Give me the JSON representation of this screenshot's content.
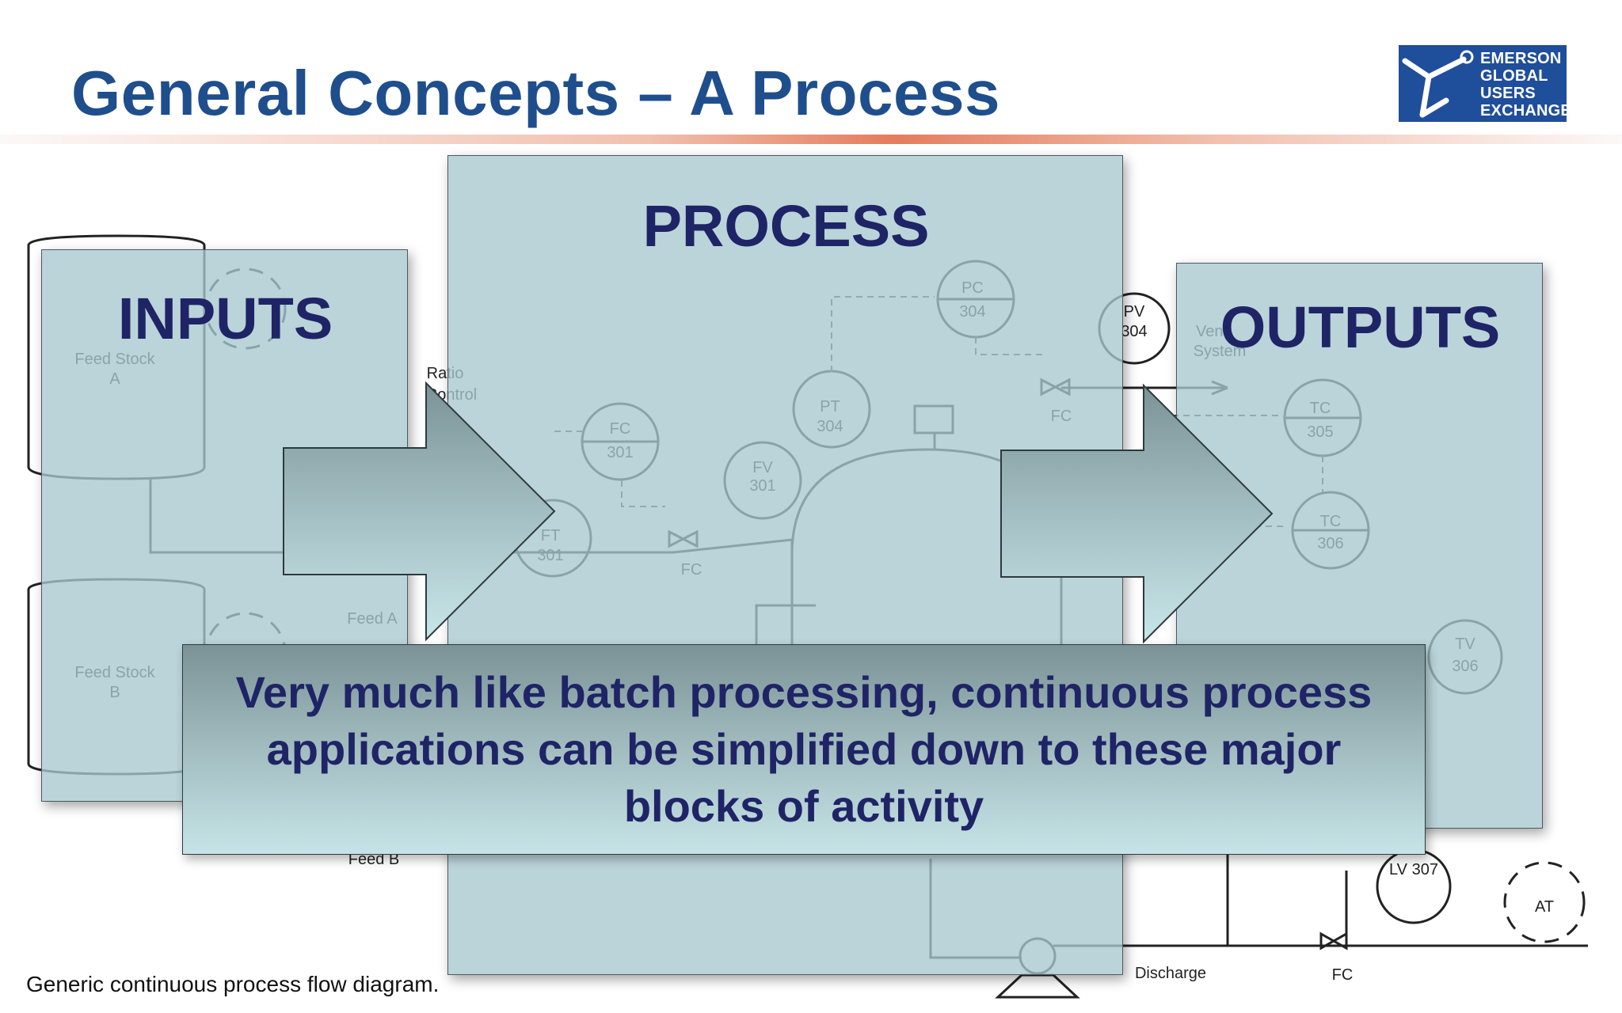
{
  "slide": {
    "title": "General Concepts – A Process",
    "footer_caption": "Generic continuous process flow diagram."
  },
  "logo": {
    "lines": [
      "EMERSON",
      "GLOBAL",
      "USERS",
      "EXCHANGE"
    ]
  },
  "blocks": {
    "inputs": "INPUTS",
    "process": "PROCESS",
    "outputs": "OUTPUTS"
  },
  "caption": "Very much like batch processing, continuous process applications can be simplified down to these major blocks of activity",
  "background_diagram": {
    "tanks": [
      "Feed Stock A",
      "Feed Stock B"
    ],
    "stream_labels": [
      "Feed A",
      "Feed B",
      "Discharge",
      "Vent System",
      "Ratio Control"
    ],
    "instruments": [
      {
        "id": "FC 301"
      },
      {
        "id": "FV 301"
      },
      {
        "id": "FT 301"
      },
      {
        "id": "PT 304"
      },
      {
        "id": "PC 304"
      },
      {
        "id": "PV 304"
      },
      {
        "id": "TC 305"
      },
      {
        "id": "TC 306"
      },
      {
        "id": "TV 306"
      },
      {
        "id": "LV 307"
      },
      {
        "id": "AT"
      }
    ],
    "valve_label": "FC"
  },
  "colors": {
    "title": "#1f4e8c",
    "block_text": "#1f2466",
    "block_fill": "#a6c8cf",
    "logo_bg": "#1f4e9b"
  }
}
